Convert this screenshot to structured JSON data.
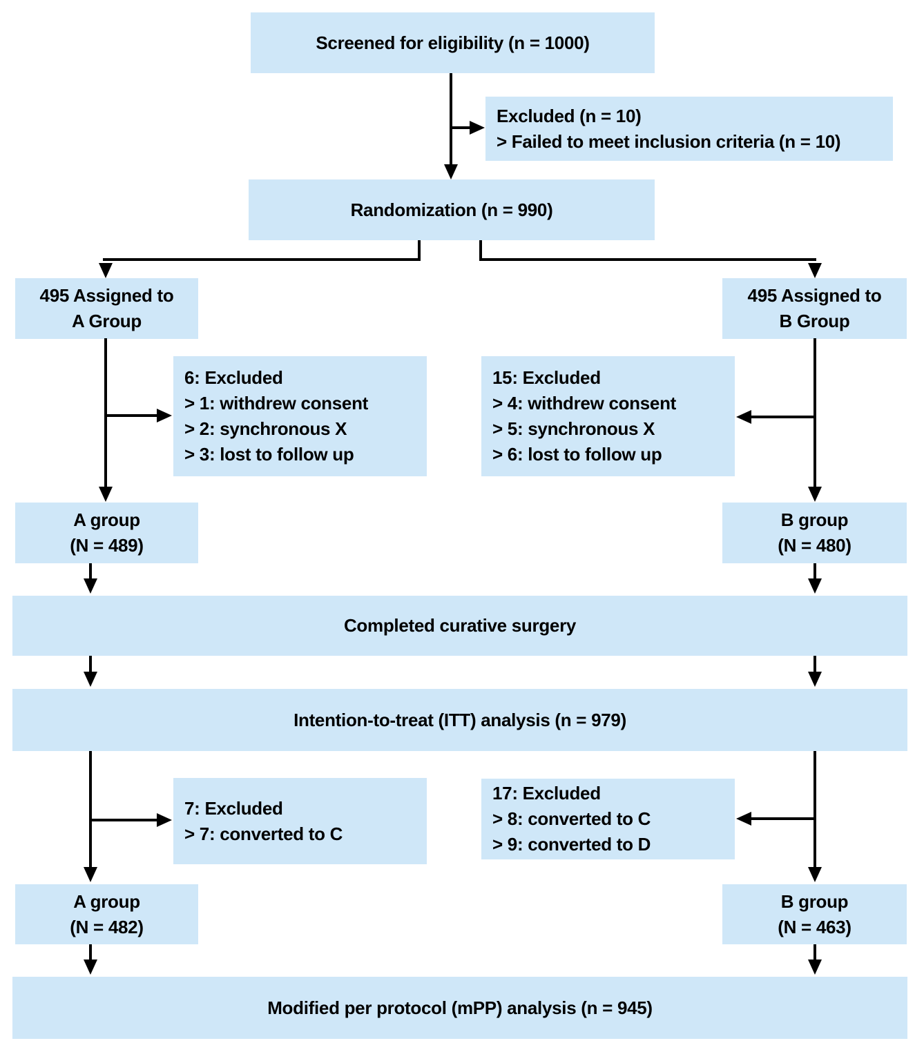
{
  "flowchart": {
    "colors": {
      "box_fill": "#cfe7f8",
      "line": "#000000",
      "text": "#000000",
      "background": "#ffffff"
    },
    "boxes": {
      "screened": {
        "text": "Screened for eligibility (n = 1000)"
      },
      "excluded_top": {
        "text": "Excluded (n = 10)\n> Failed to meet inclusion criteria (n = 10)"
      },
      "randomization": {
        "text": "Randomization (n = 990)"
      },
      "assigned_a": {
        "text": "495 Assigned to\nA Group"
      },
      "assigned_b": {
        "text": "495 Assigned to\nB Group"
      },
      "excluded_a1": {
        "text": "6: Excluded\n> 1: withdrew consent\n> 2: synchronous X\n> 3: lost to follow up"
      },
      "excluded_b1": {
        "text": "15: Excluded\n> 4: withdrew consent\n> 5: synchronous X\n> 6: lost to follow up"
      },
      "group_a_489": {
        "text": "A group\n(N = 489)"
      },
      "group_b_480": {
        "text": "B group\n(N = 480)"
      },
      "surgery": {
        "text": "Completed curative surgery"
      },
      "itt": {
        "text": "Intention-to-treat (ITT) analysis (n = 979)"
      },
      "excluded_a2": {
        "text": "7: Excluded\n> 7: converted to C"
      },
      "excluded_b2": {
        "text": "17: Excluded\n> 8: converted to C\n> 9: converted to D"
      },
      "group_a_482": {
        "text": "A group\n(N = 482)"
      },
      "group_b_463": {
        "text": "B group\n(N = 463)"
      },
      "mpp": {
        "text": "Modified per protocol (mPP) analysis (n = 945)"
      }
    }
  }
}
